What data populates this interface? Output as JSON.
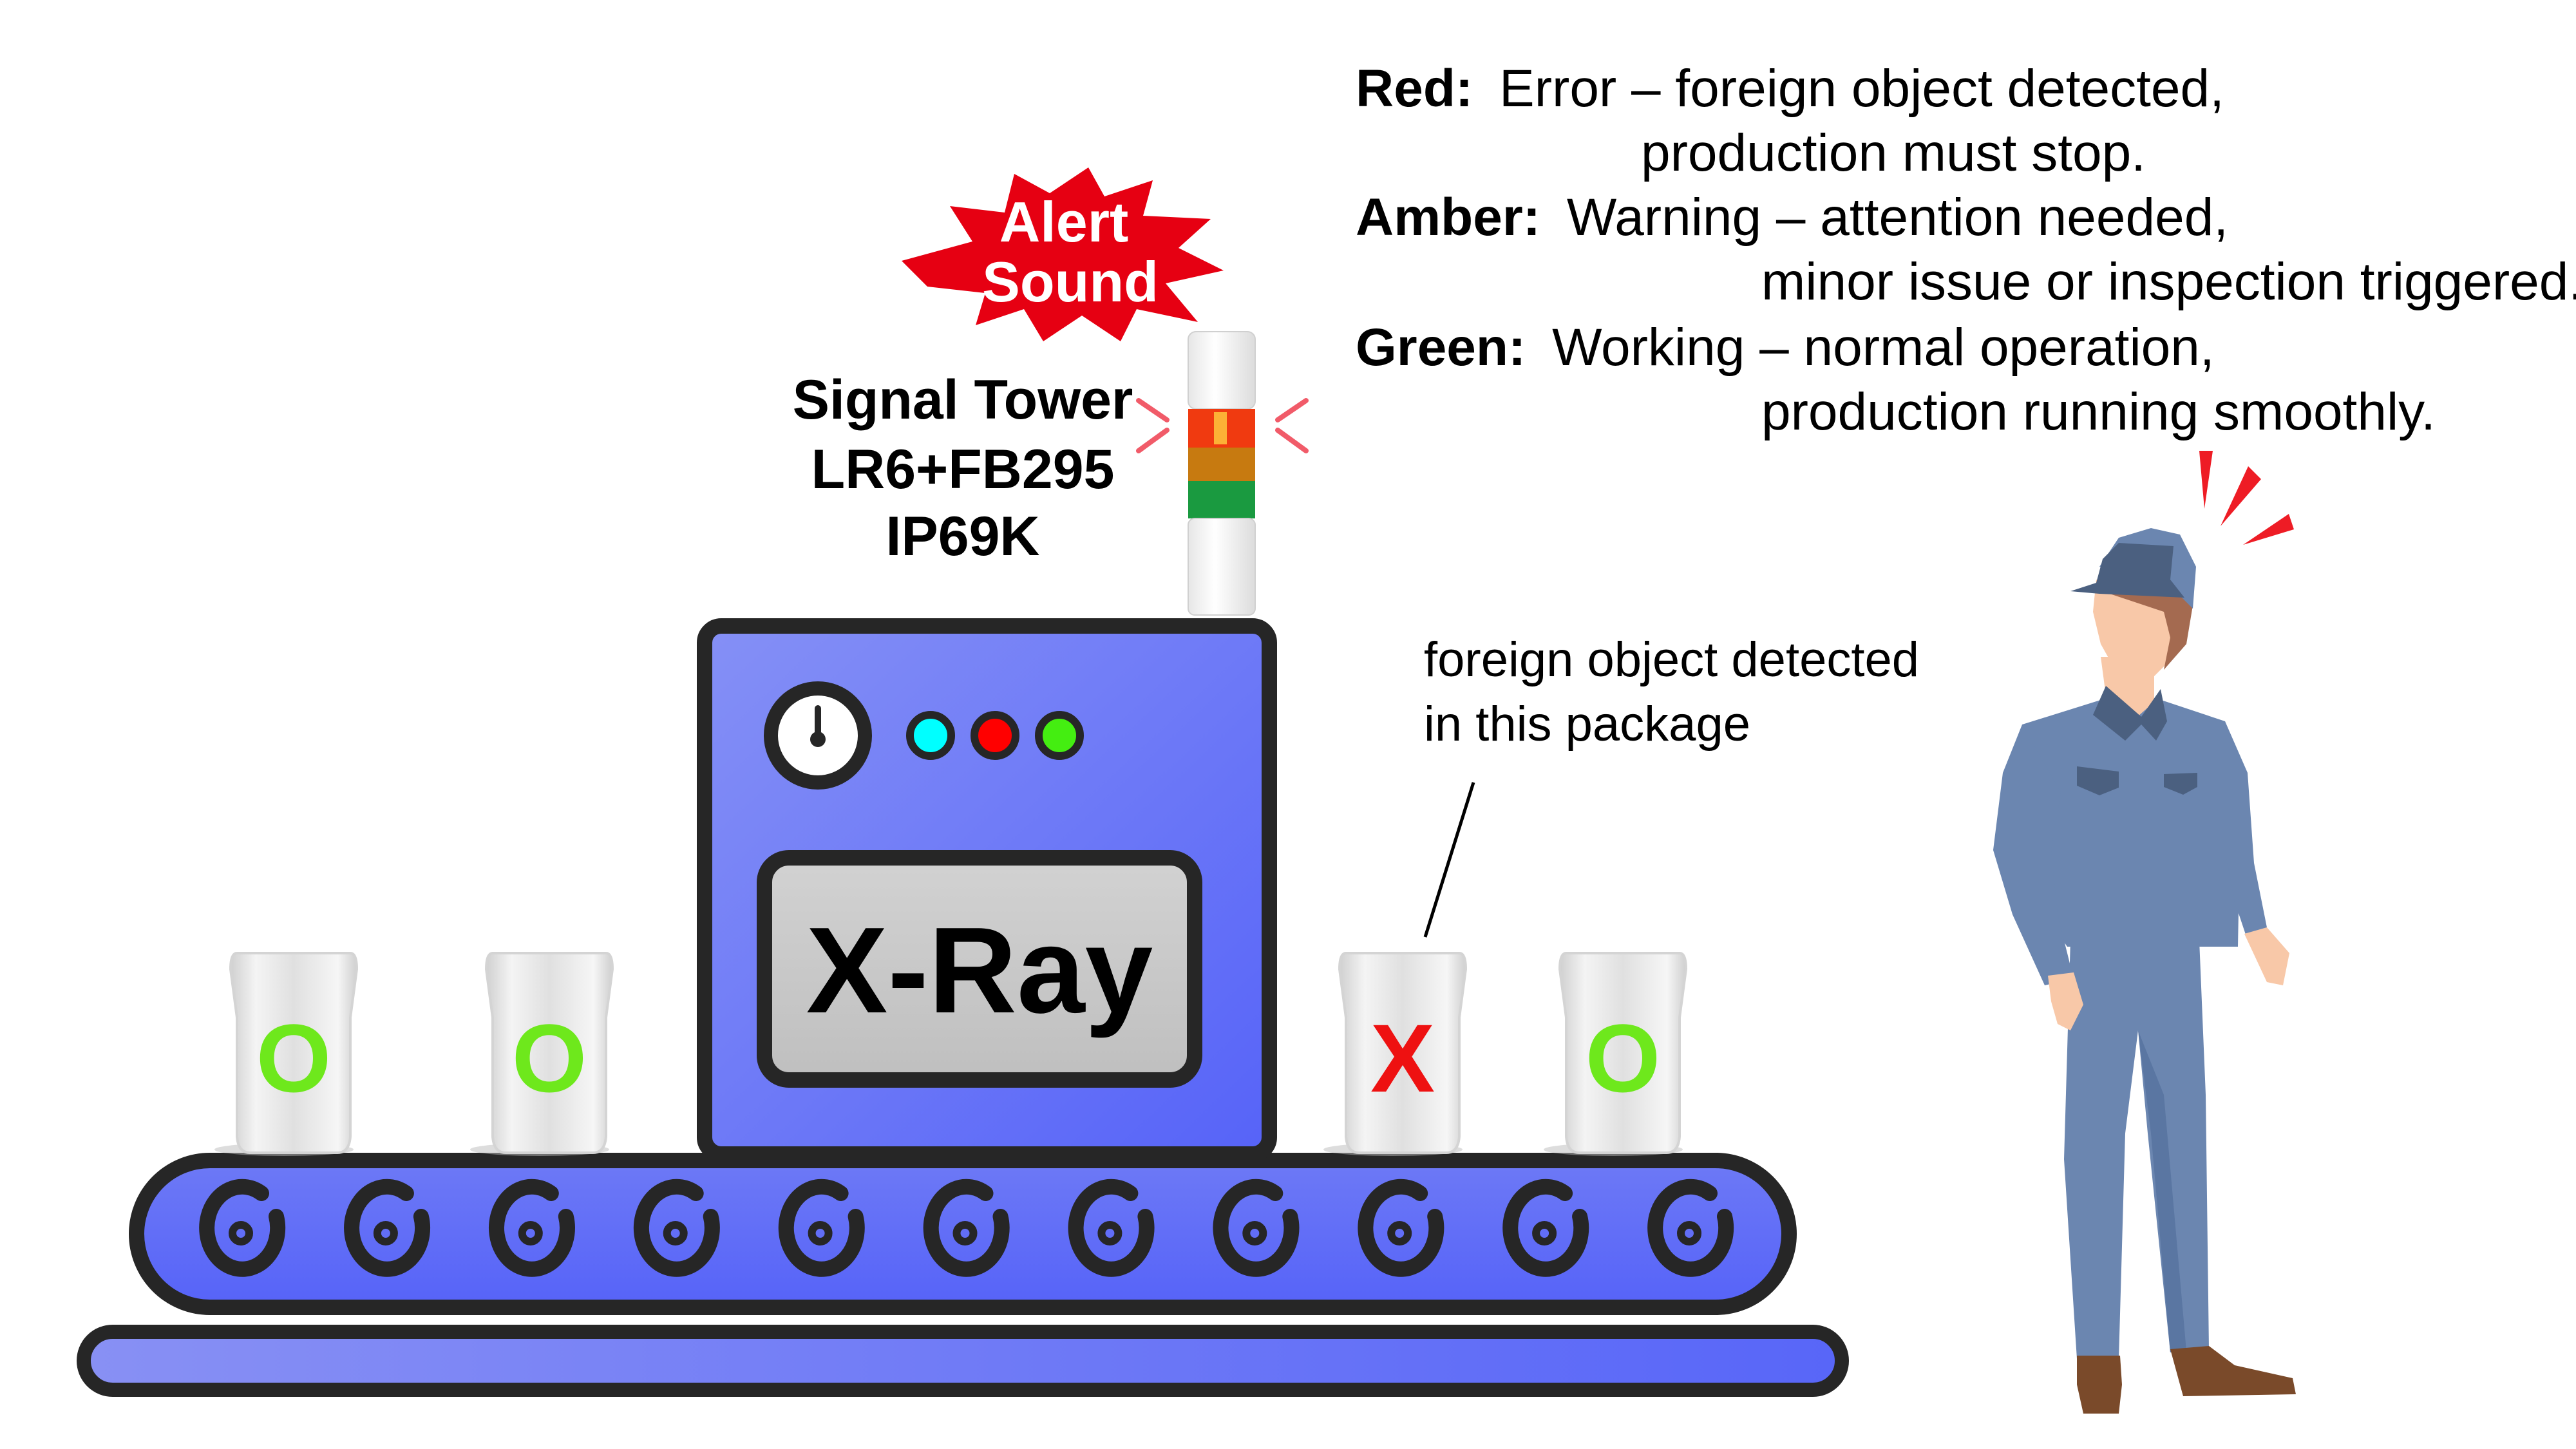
{
  "legend": [
    {
      "label": "Red:",
      "line1": "Error – foreign object detected,",
      "line2": "production must stop.",
      "color": "#e60012"
    },
    {
      "label": "Amber:",
      "line1": "Warning – attention needed,",
      "line2": "minor issue or inspection triggered.",
      "color": "#f0a000"
    },
    {
      "label": "Green:",
      "line1": "Working – normal operation,",
      "line2": "production running smoothly.",
      "color": "#00a040"
    }
  ],
  "alert": {
    "line1": "Alert",
    "line2": "Sound",
    "color": "#e60012"
  },
  "signal_tower": {
    "line1": "Signal Tower",
    "line2": "LR6+FB295",
    "line3": "IP69K",
    "active_light": "red"
  },
  "machine": {
    "label": "X-Ray",
    "body_color": "#6c7cf5",
    "indicator_lights": [
      "#00ffff",
      "#ff0000",
      "#44ee11"
    ],
    "gauge_icon": "dial-gauge-icon"
  },
  "packages": [
    {
      "mark": "O",
      "status": "pass",
      "color": "#6ee81c"
    },
    {
      "mark": "O",
      "status": "pass",
      "color": "#6ee81c"
    },
    {
      "mark": "X",
      "status": "fail",
      "color": "#ee1111"
    },
    {
      "mark": "O",
      "status": "pass",
      "color": "#6ee81c"
    }
  ],
  "callout": {
    "line1": "foreign object detected",
    "line2": "in this package"
  },
  "conveyor": {
    "roller_count": 11
  },
  "worker": {
    "state": "alerted"
  }
}
